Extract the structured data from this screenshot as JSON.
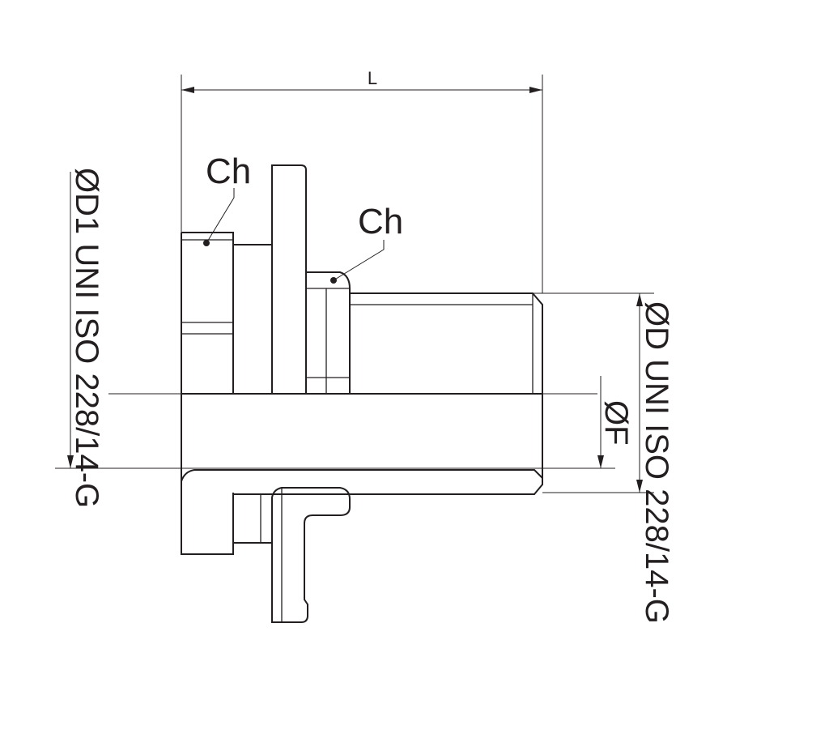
{
  "labels": {
    "length": "L",
    "chamfer_left": "Ch",
    "chamfer_right": "Ch",
    "d1_thread": "ØD1 UNI ISO 228/14-G",
    "d_thread": "ØD UNI ISO 228/14-G",
    "f_bore": "ØF"
  },
  "colors": {
    "line": "#231f20",
    "background": "#ffffff"
  }
}
